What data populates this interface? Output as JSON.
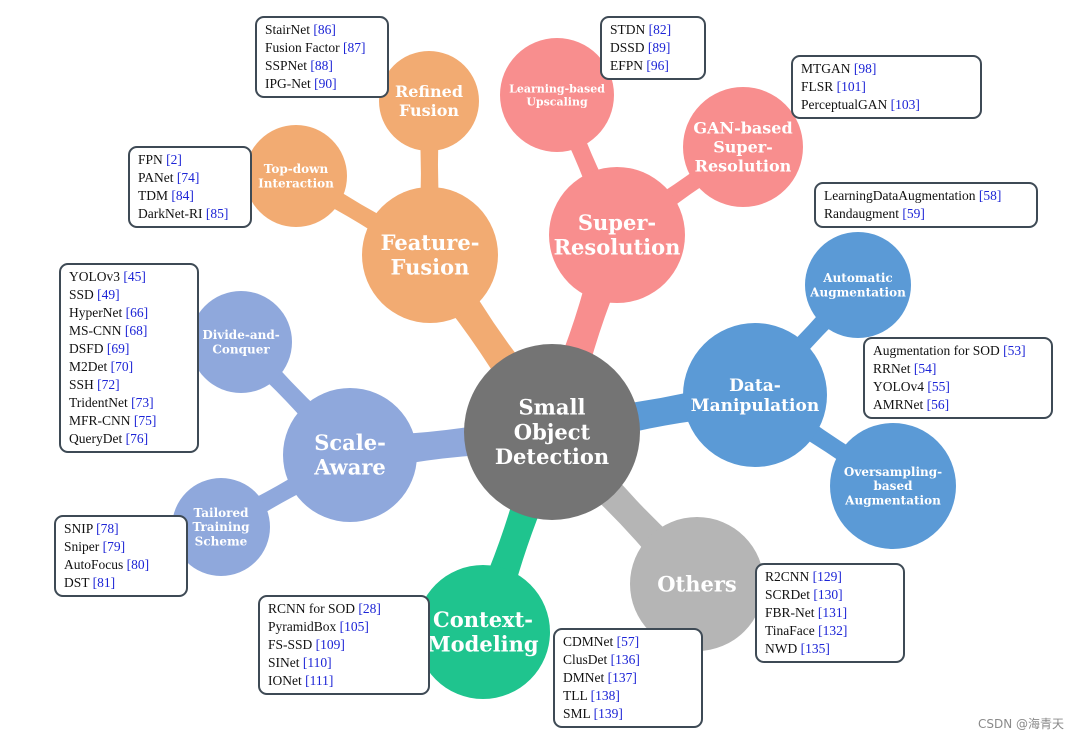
{
  "center": {
    "label": [
      "Small",
      "Object",
      "Detection"
    ],
    "color": "#747474"
  },
  "branches": {
    "feature_fusion": {
      "label": [
        "Feature-",
        "Fusion"
      ],
      "color": "#f2ab72"
    },
    "super_resolution": {
      "label": [
        "Super-",
        "Resolution"
      ],
      "color": "#f88e8e"
    },
    "data_manipulation": {
      "label": [
        "Data-",
        "Manipulation"
      ],
      "color": "#5b9ad6"
    },
    "others": {
      "label": [
        "Others"
      ],
      "color": "#b5b5b5"
    },
    "context_modeling": {
      "label": [
        "Context-",
        "Modeling"
      ],
      "color": "#1fc48e"
    },
    "scale_aware": {
      "label": [
        "Scale-",
        "Aware"
      ],
      "color": "#8fa8dc"
    }
  },
  "subnodes": {
    "refined_fusion": {
      "label": [
        "Refined",
        "Fusion"
      ]
    },
    "top_down": {
      "label": [
        "Top-down",
        "Interaction"
      ]
    },
    "learning_upscaling": {
      "label": [
        "Learning-based",
        "Upscaling"
      ]
    },
    "gan_sr": {
      "label": [
        "GAN-based",
        "Super-",
        "Resolution"
      ]
    },
    "auto_aug": {
      "label": [
        "Automatic",
        "Augmentation"
      ]
    },
    "oversampling": {
      "label": [
        "Oversampling-",
        "based",
        "Augmentation"
      ]
    },
    "divide_conquer": {
      "label": [
        "Divide-and-",
        "Conquer"
      ]
    },
    "tailored": {
      "label": [
        "Tailored",
        "Training",
        "Scheme"
      ]
    }
  },
  "boxes": {
    "refined_fusion": [
      {
        "name": "StairNet",
        "ref": "[86]"
      },
      {
        "name": "Fusion Factor",
        "ref": "[87]"
      },
      {
        "name": "SSPNet",
        "ref": "[88]"
      },
      {
        "name": "IPG-Net",
        "ref": "[90]"
      }
    ],
    "top_down": [
      {
        "name": "FPN",
        "ref": "[2]"
      },
      {
        "name": "PANet",
        "ref": "[74]"
      },
      {
        "name": "TDM",
        "ref": "[84]"
      },
      {
        "name": "DarkNet-RI",
        "ref": "[85]"
      }
    ],
    "learning_upscaling": [
      {
        "name": "STDN",
        "ref": "[82]"
      },
      {
        "name": "DSSD",
        "ref": "[89]"
      },
      {
        "name": "EFPN",
        "ref": "[96]"
      }
    ],
    "gan_sr": [
      {
        "name": "MTGAN",
        "ref": "[98]"
      },
      {
        "name": "FLSR",
        "ref": "[101]"
      },
      {
        "name": "PerceptualGAN",
        "ref": "[103]"
      }
    ],
    "auto_aug": [
      {
        "name": "LearningDataAugmentation",
        "ref": "[58]"
      },
      {
        "name": "Randaugment",
        "ref": "[59]"
      }
    ],
    "data_manip": [
      {
        "name": "Augmentation for SOD",
        "ref": "[53]"
      },
      {
        "name": "RRNet",
        "ref": "[54]"
      },
      {
        "name": "YOLOv4",
        "ref": "[55]"
      },
      {
        "name": "AMRNet",
        "ref": "[56]"
      }
    ],
    "divide_conquer": [
      {
        "name": "YOLOv3",
        "ref": "[45]"
      },
      {
        "name": "SSD",
        "ref": "[49]"
      },
      {
        "name": "HyperNet",
        "ref": "[66]"
      },
      {
        "name": "MS-CNN",
        "ref": "[68]"
      },
      {
        "name": "DSFD",
        "ref": "[69]"
      },
      {
        "name": "M2Det",
        "ref": "[70]"
      },
      {
        "name": "SSH",
        "ref": "[72]"
      },
      {
        "name": "TridentNet",
        "ref": "[73]"
      },
      {
        "name": "MFR-CNN",
        "ref": "[75]"
      },
      {
        "name": "QueryDet",
        "ref": "[76]"
      }
    ],
    "tailored": [
      {
        "name": "SNIP",
        "ref": "[78]"
      },
      {
        "name": "Sniper",
        "ref": "[79]"
      },
      {
        "name": "AutoFocus",
        "ref": "[80]"
      },
      {
        "name": "DST",
        "ref": "[81]"
      }
    ],
    "context": [
      {
        "name": "RCNN for SOD",
        "ref": "[28]"
      },
      {
        "name": "PyramidBox",
        "ref": "[105]"
      },
      {
        "name": "FS-SSD",
        "ref": "[109]"
      },
      {
        "name": "SINet",
        "ref": "[110]"
      },
      {
        "name": "IONet",
        "ref": "[111]"
      }
    ],
    "others_right": [
      {
        "name": "R2CNN",
        "ref": "[129]"
      },
      {
        "name": "SCRDet",
        "ref": "[130]"
      },
      {
        "name": "FBR-Net",
        "ref": "[131]"
      },
      {
        "name": "TinaFace",
        "ref": "[132]"
      },
      {
        "name": "NWD",
        "ref": "[135]"
      }
    ],
    "others_left": [
      {
        "name": "CDMNet",
        "ref": "[57]"
      },
      {
        "name": "ClusDet",
        "ref": "[136]"
      },
      {
        "name": "DMNet",
        "ref": "[137]"
      },
      {
        "name": "TLL",
        "ref": "[138]"
      },
      {
        "name": "SML",
        "ref": "[139]"
      }
    ]
  },
  "watermark": "CSDN @海青天"
}
